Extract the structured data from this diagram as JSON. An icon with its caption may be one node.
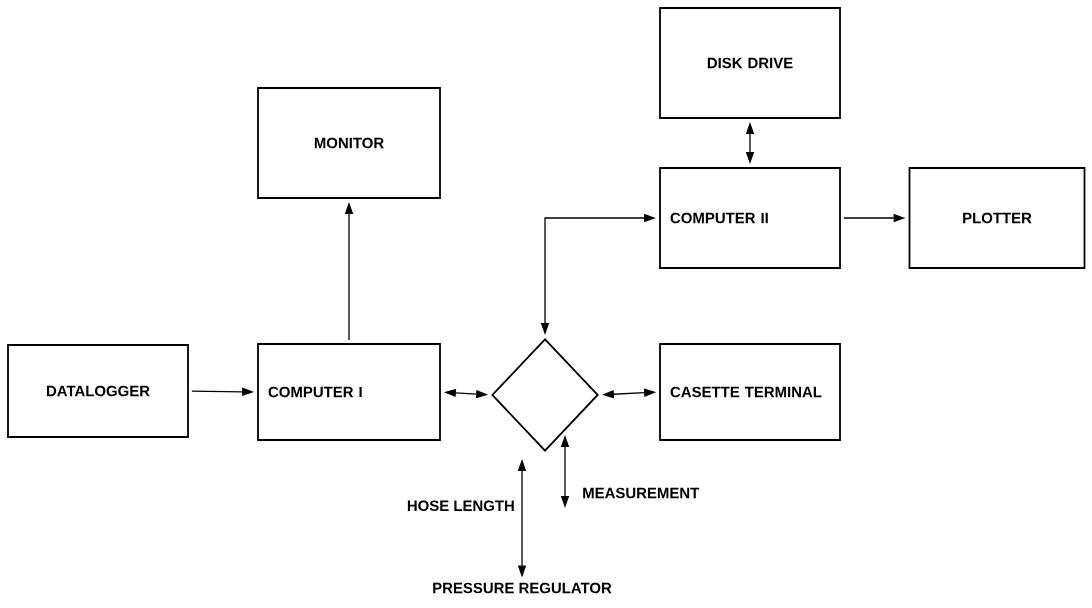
{
  "diagram": {
    "nodes": [
      {
        "text": [
          "DATALOGGER"
        ]
      },
      {
        "text": [
          "MONITOR"
        ]
      },
      {
        "text": [
          "COMPUTER I"
        ]
      },
      {
        "text": [],
        "shape": "diamond"
      },
      {
        "text": [
          "DISK DRIVE"
        ]
      },
      {
        "text": [
          "COMPUTER II"
        ]
      },
      {
        "text": [
          "PLOTTER"
        ]
      },
      {
        "text": [
          "CASETTE TERMINAL"
        ]
      },
      {
        "text": [
          "MEASUREMENT"
        ]
      },
      {
        "text": [
          "PRESSURE REGULATOR"
        ]
      }
    ],
    "edges": [
      {
        "from": 0,
        "to": 2,
        "arrow": "to"
      },
      {
        "from": 2,
        "to": 1,
        "arrow": "to"
      },
      {
        "from": 2,
        "to": 3,
        "arrow": "both"
      },
      {
        "from": 3,
        "to": 5,
        "arrow": "both"
      },
      {
        "from": 4,
        "to": 5,
        "arrow": "both"
      },
      {
        "from": 5,
        "to": 6,
        "arrow": "to"
      },
      {
        "from": 3,
        "to": 7,
        "arrow": "both"
      },
      {
        "from": 3,
        "to": 9,
        "arrow": "both",
        "label": "HOSE LENGTH"
      },
      {
        "from": 3,
        "to": 8,
        "arrow": "both"
      }
    ]
  }
}
